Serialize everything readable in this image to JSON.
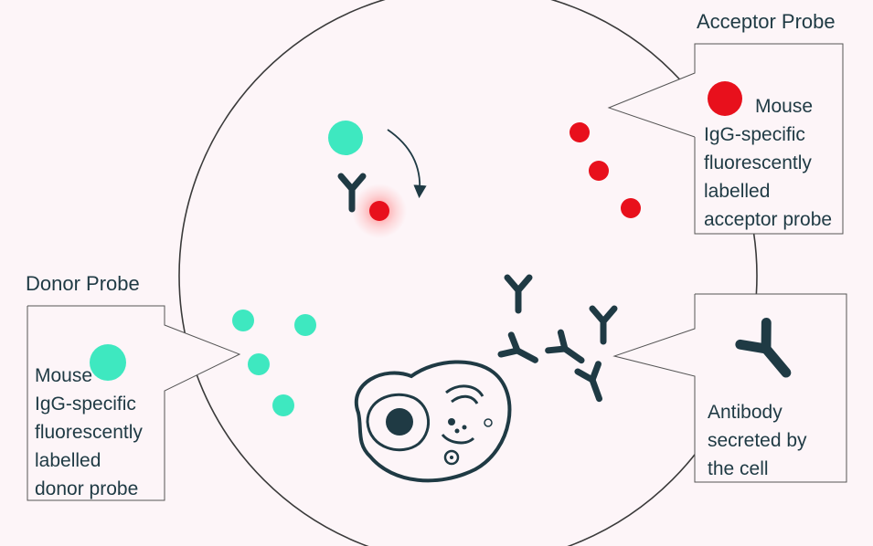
{
  "diagram": {
    "acceptor": {
      "title": "Acceptor Probe",
      "lines": [
        "Mouse",
        "IgG-specific",
        "fluorescently",
        "labelled",
        "acceptor probe"
      ]
    },
    "donor": {
      "title": "Donor Probe",
      "lines": [
        "Mouse",
        "IgG-specific",
        "fluorescently",
        "labelled",
        "donor probe"
      ]
    },
    "antibody": {
      "lines": [
        "Antibody",
        "secreted by",
        "the cell"
      ]
    },
    "colors": {
      "background": "#fdf5f8",
      "donor": "#3ee8c0",
      "acceptor": "#e8101c",
      "antibody": "#1f3a44",
      "outline": "#3a3a3a"
    },
    "icons": [
      "antibody-icon",
      "cell-icon",
      "nucleus-icon",
      "curved-arrow-icon"
    ]
  }
}
